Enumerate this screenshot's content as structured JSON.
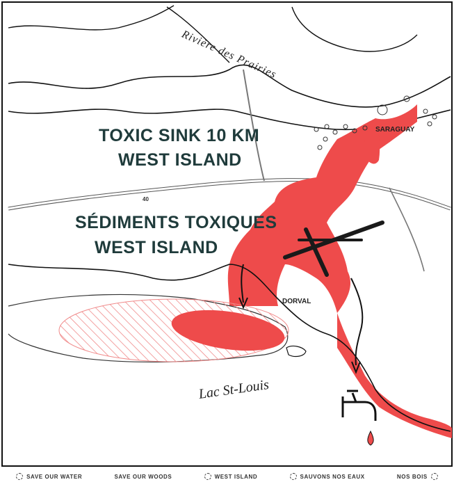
{
  "map": {
    "titles": {
      "en_line1": "TOXIC SINK 10 KM",
      "en_line2": "WEST ISLAND",
      "fr_line1": "SÉDIMENTS TOXIQUES",
      "fr_line2": "WEST ISLAND"
    },
    "places": {
      "river": "Rivière des Prairies",
      "saraguay": "SARAGUAY",
      "dorval": "DORVAL",
      "lake": "Lac St-Louis",
      "highway": "40"
    },
    "colors": {
      "toxic_red": "#ee4b4b",
      "ink": "#1f3b3b",
      "hatch": "#f08a8a",
      "background": "#ffffff"
    },
    "icons": [
      "faucet-icon",
      "water-drop-icon",
      "circle-logo-icon"
    ]
  },
  "footer": {
    "item1": "SAVE OUR WATER",
    "item2": "SAVE OUR WOODS",
    "item3": "WEST ISLAND",
    "item4": "SAUVONS NOS EAUX",
    "item5": "NOS BOIS"
  }
}
